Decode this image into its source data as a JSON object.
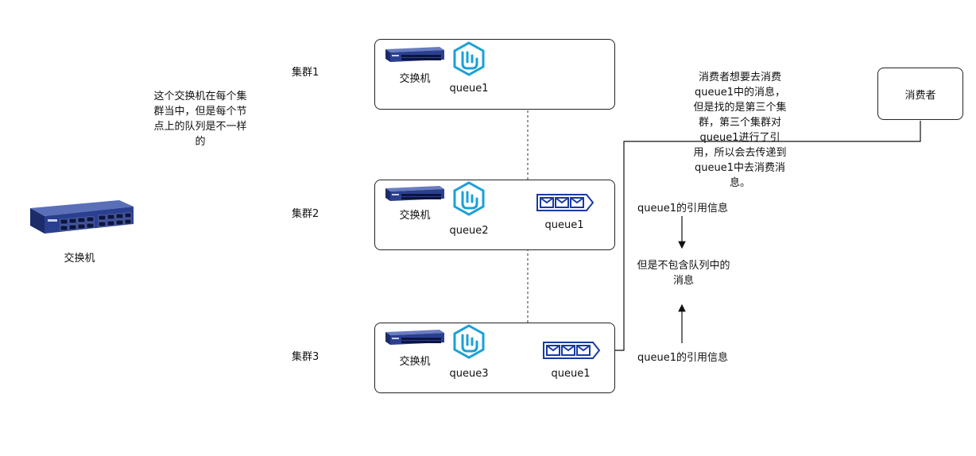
{
  "switch_label": "交换机",
  "intro_note": "这个交换机在每个集群当中，但是每个节点上的队列是不一样的",
  "clusters": [
    {
      "name": "集群1",
      "switch_label": "交换机",
      "queue_label": "queue1",
      "ref_label": ""
    },
    {
      "name": "集群2",
      "switch_label": "交换机",
      "queue_label": "queue2",
      "ref_label": "queue1"
    },
    {
      "name": "集群3",
      "switch_label": "交换机",
      "queue_label": "queue3",
      "ref_label": "queue1"
    }
  ],
  "consumer_label": "消费者",
  "consumer_note": "消费者想要去消费queue1中的消息，但是找的是第三个集群，第三个集群对queue1进行了引用，所以会去传递到queue1中去消费消息。",
  "ref_info_top": "queue1的引用信息",
  "ref_info_bottom": "queue1的引用信息",
  "middle_note": "但是不包含队列中的消息",
  "colors": {
    "queue_icon": "#1aa0d8",
    "message_queue": "#1a3aa0",
    "switch_body": "#2a3f8f"
  }
}
